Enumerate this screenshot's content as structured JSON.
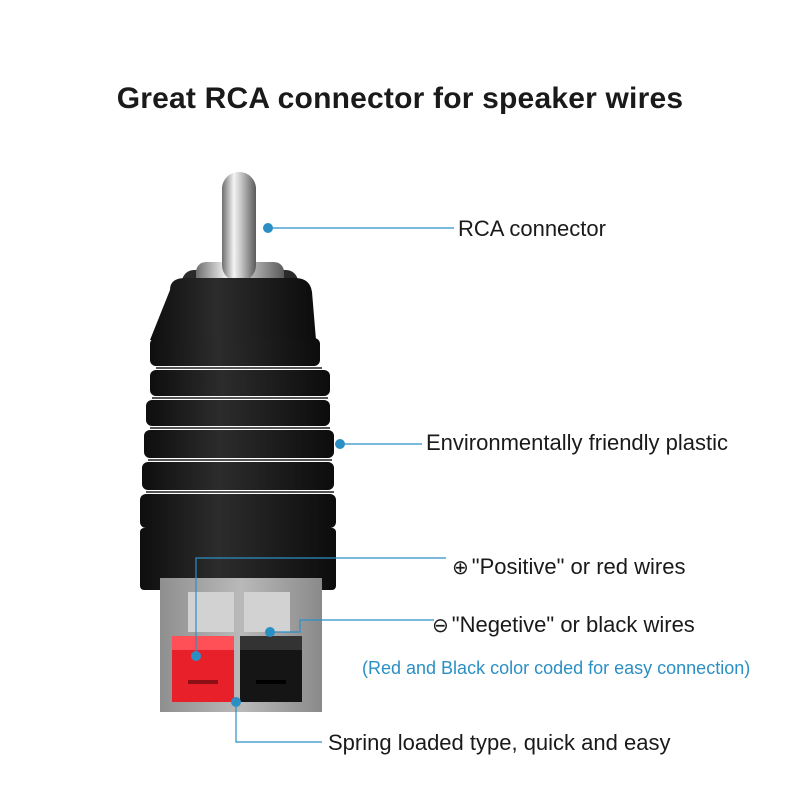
{
  "title": "Great RCA connector for speaker wires",
  "callouts": {
    "rca": "RCA connector",
    "plastic": "Environmentally friendly plastic",
    "positive_symbol": "⊕",
    "positive": "\"Positive\" or red wires",
    "negative_symbol": "⊖",
    "negative": "\"Negetive\" or black wires",
    "note": "(Red and Black color coded for easy connection)",
    "spring": "Spring loaded type, quick and easy"
  },
  "colors": {
    "callout_line": "#2b8fc4",
    "body_plastic": "#1c1c1c",
    "terminal_block": "#a9a9a9",
    "red_lever": "#e8202a",
    "black_lever": "#151515"
  }
}
